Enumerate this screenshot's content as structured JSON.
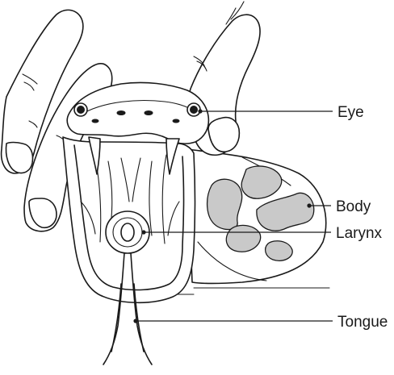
{
  "diagram": {
    "labels": {
      "eye": "Eye",
      "body": "Body",
      "larynx": "Larynx",
      "tongue": "Tongue"
    }
  }
}
